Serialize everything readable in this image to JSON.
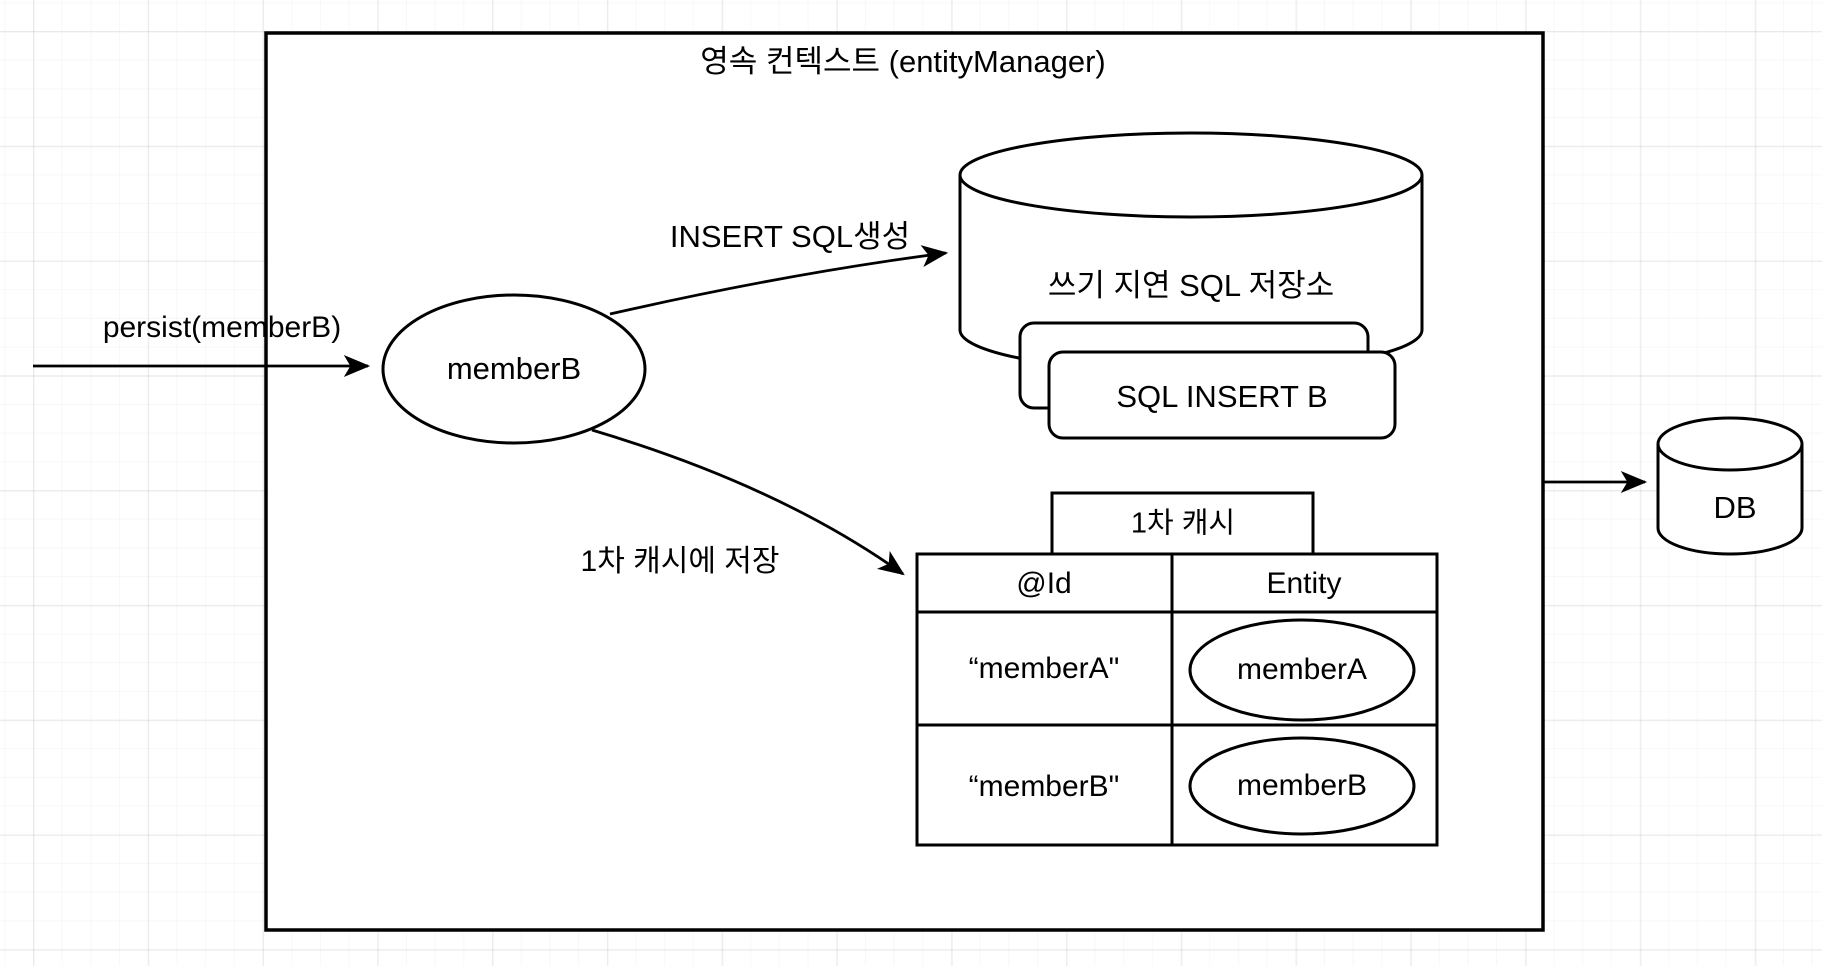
{
  "diagram": {
    "title": "영속 컨텍스트 (entityManager)",
    "colors": {
      "stroke": "#000000",
      "fill": "#ffffff",
      "grid_minor": "#f7f7f7",
      "grid_major": "#f0f0f0"
    },
    "persist_arrow_label": "persist(memberB)",
    "member_ellipse_label": "memberB",
    "insert_sql_arrow_label": "INSERT SQL생성",
    "sql_store_label": "쓰기 지연 SQL 저장소",
    "sql_insert_card_label": "SQL INSERT B",
    "cache_save_arrow_label": "1차 캐시에 저장",
    "cache_title": "1차 캐시",
    "cache_table": {
      "headers": [
        "@Id",
        "Entity"
      ],
      "rows": [
        {
          "id": "“memberA\"",
          "entity": "memberA"
        },
        {
          "id": "“memberB\"",
          "entity": "memberB"
        }
      ]
    },
    "db_label": "DB"
  }
}
